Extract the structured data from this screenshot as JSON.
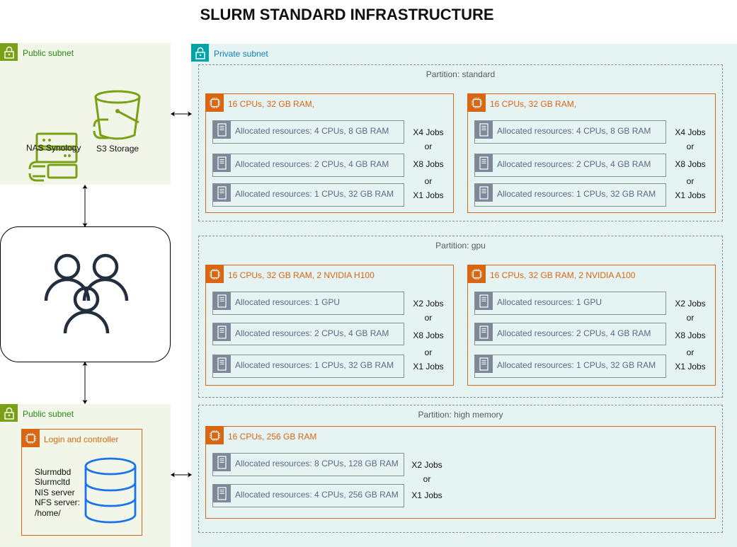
{
  "title": "SLURM STANDARD INFRASTRUCTURE",
  "public_subnet_top": {
    "label": "Public subnet",
    "items": [
      {
        "label": "NAS Synology",
        "icon": "nas-storage-gateway-icon"
      },
      {
        "label": "S3 Storage",
        "icon": "s3-bucket-icon"
      }
    ]
  },
  "public_subnet_bottom": {
    "label": "Public subnet",
    "controller": {
      "label": "Login and controller",
      "services": [
        "Slurmdbd",
        "Slurmcltd",
        "NIS server",
        "NFS server:",
        "/home/"
      ],
      "icon": "database-icon"
    }
  },
  "users": {
    "icon": "users-group-icon"
  },
  "private_subnet": {
    "label": "Private subnet",
    "partitions": [
      {
        "label": "Partition: standard",
        "nodes": [
          {
            "label": "16 CPUs, 32 GB RAM,",
            "resources": [
              "Allocated resources: 4 CPUs, 8 GB RAM",
              "Allocated resources: 2 CPUs, 4 GB RAM",
              "Allocated resources: 1 CPUs, 32 GB RAM"
            ],
            "jobs": [
              "X4 Jobs",
              "or",
              "X8 Jobs",
              "or",
              "X1 Jobs"
            ]
          },
          {
            "label": "16 CPUs, 32 GB RAM,",
            "resources": [
              "Allocated resources: 4 CPUs, 8 GB RAM",
              "Allocated resources: 2 CPUs, 4 GB RAM",
              "Allocated resources: 1 CPUs, 32 GB RAM"
            ],
            "jobs": [
              "X4 Jobs",
              "or",
              "X8 Jobs",
              "or",
              "X1 Jobs"
            ]
          }
        ]
      },
      {
        "label": "Partition: gpu",
        "nodes": [
          {
            "label": "16 CPUs, 32 GB RAM, 2 NVIDIA H100",
            "resources": [
              "Allocated resources: 1 GPU",
              "Allocated resources: 2 CPUs, 4 GB RAM",
              "Allocated resources: 1 CPUs, 32 GB RAM"
            ],
            "jobs": [
              "X2 Jobs",
              "or",
              "X8 Jobs",
              "or",
              "X1 Jobs"
            ]
          },
          {
            "label": "16 CPUs, 32 GB RAM, 2 NVIDIA A100",
            "resources": [
              "Allocated resources: 1 GPU",
              "Allocated resources: 2 CPUs, 4 GB RAM",
              "Allocated resources: 1 CPUs, 32 GB RAM"
            ],
            "jobs": [
              "X2 Jobs",
              "or",
              "X8 Jobs",
              "or",
              "X1 Jobs"
            ]
          }
        ]
      },
      {
        "label": "Partition: high memory",
        "nodes": [
          {
            "label": "16 CPUs, 256 GB RAM",
            "resources": [
              "Allocated resources: 8 CPUs, 128 GB RAM",
              "Allocated resources: 4 CPUs, 256 GB RAM"
            ],
            "jobs": [
              "X2 Jobs",
              "or",
              "X1 Jobs"
            ]
          }
        ]
      }
    ]
  },
  "colors": {
    "public_subnet_bg": "#f2f6e8",
    "public_accent": "#7aa116",
    "private_subnet_bg": "#e6f3f3",
    "private_accent": "#00a4a6",
    "instance_accent": "#d86613",
    "resource_accent": "#7d8998",
    "storage_green": "#7aa116",
    "database_blue": "#1a73e8"
  }
}
